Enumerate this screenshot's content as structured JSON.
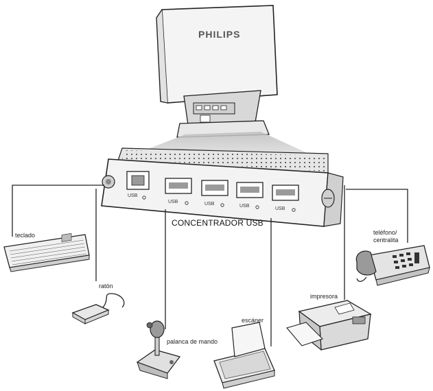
{
  "monitor": {
    "brand": "PHILIPS"
  },
  "hub": {
    "label": "CONCENTRADOR USB",
    "port_labels": [
      "USB",
      "USB",
      "USB",
      "USB",
      "USB"
    ]
  },
  "devices": {
    "keyboard": "teclado",
    "mouse": "ratón",
    "joystick": "palanca de mando",
    "scanner": "escáner",
    "printer": "impresora",
    "phone_line1": "teléfono/",
    "phone_line2": "centralita"
  },
  "icons": [
    "monitor-icon",
    "keyboard-icon",
    "mouse-icon",
    "joystick-icon",
    "scanner-icon",
    "printer-icon",
    "telephone-icon",
    "usb-hub-icon"
  ]
}
